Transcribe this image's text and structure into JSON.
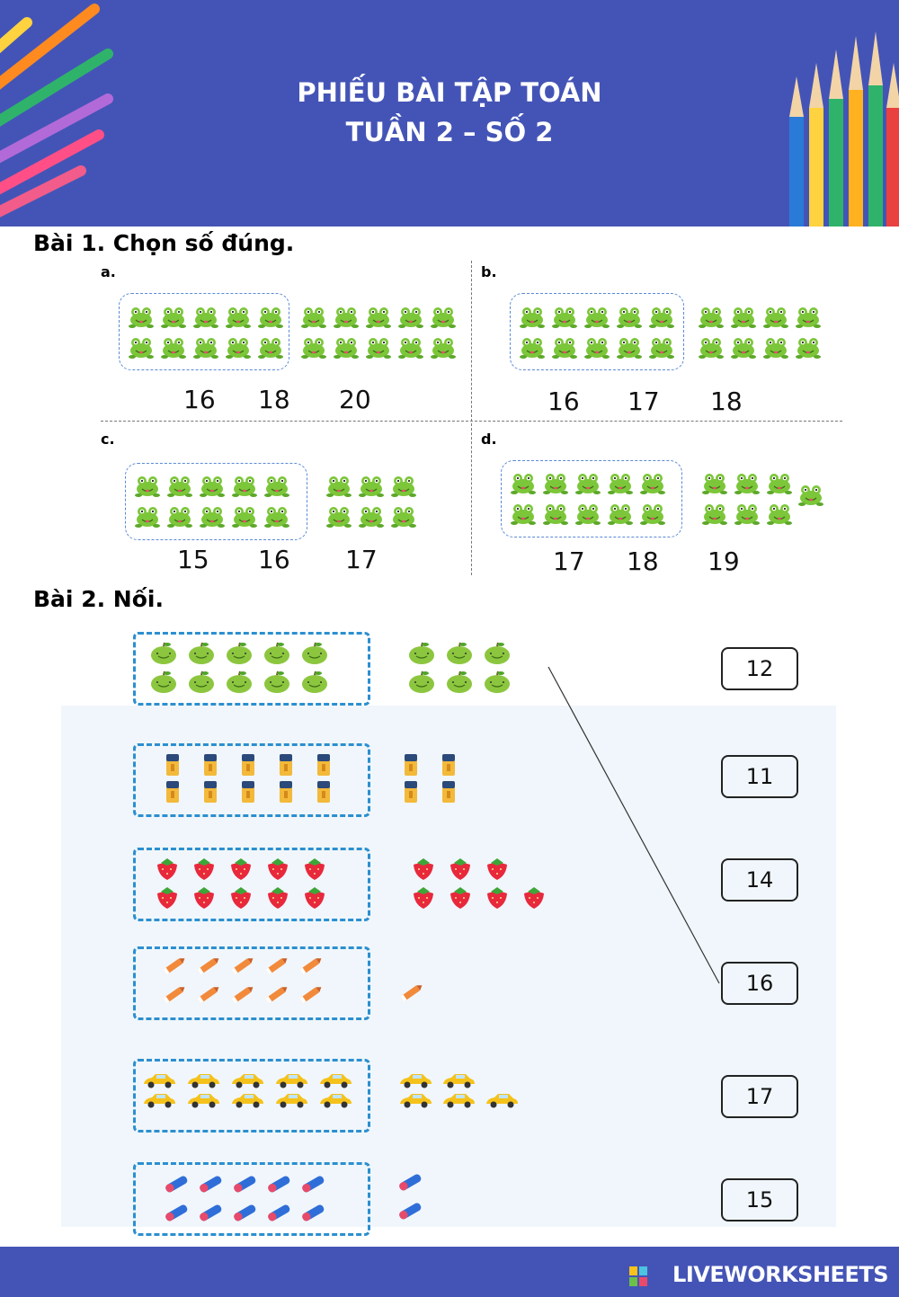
{
  "header": {
    "title_line1": "PHIẾU BÀI TẬP TOÁN",
    "title_line2": "TUẦN 2 – SỐ 2",
    "bg_color": "#4454b6"
  },
  "exercise1": {
    "title": "Bài 1. Chọn số đúng.",
    "problems": [
      {
        "label": "a.",
        "frogs_in_group": 10,
        "frogs_outside": 10,
        "options": [
          "16",
          "18",
          "20"
        ]
      },
      {
        "label": "b.",
        "frogs_in_group": 10,
        "frogs_outside": 8,
        "options": [
          "16",
          "17",
          "18"
        ]
      },
      {
        "label": "c.",
        "frogs_in_group": 10,
        "frogs_outside": 6,
        "options": [
          "15",
          "16",
          "17"
        ]
      },
      {
        "label": "d.",
        "frogs_in_group": 10,
        "frogs_outside": 7,
        "options": [
          "17",
          "18",
          "19"
        ]
      }
    ]
  },
  "exercise2": {
    "title": "Bài 2. Nối.",
    "rows": [
      {
        "icon": "apple-icon",
        "in_box": 10,
        "extra": 6
      },
      {
        "icon": "pencil-sharpener-icon",
        "in_box": 10,
        "extra": 4
      },
      {
        "icon": "strawberry-icon",
        "in_box": 10,
        "extra": 7
      },
      {
        "icon": "crayon-icon",
        "in_box": 10,
        "extra": 1
      },
      {
        "icon": "car-icon",
        "in_box": 10,
        "extra": 5
      },
      {
        "icon": "eraser-icon",
        "in_box": 10,
        "extra": 2
      }
    ],
    "answers": [
      "12",
      "11",
      "14",
      "16",
      "17",
      "15"
    ],
    "drawn_match": {
      "from_row": 0,
      "to_answer": 3
    }
  },
  "footer": {
    "brand": "LIVEWORKSHEETS",
    "bg_color": "#4454b6"
  }
}
